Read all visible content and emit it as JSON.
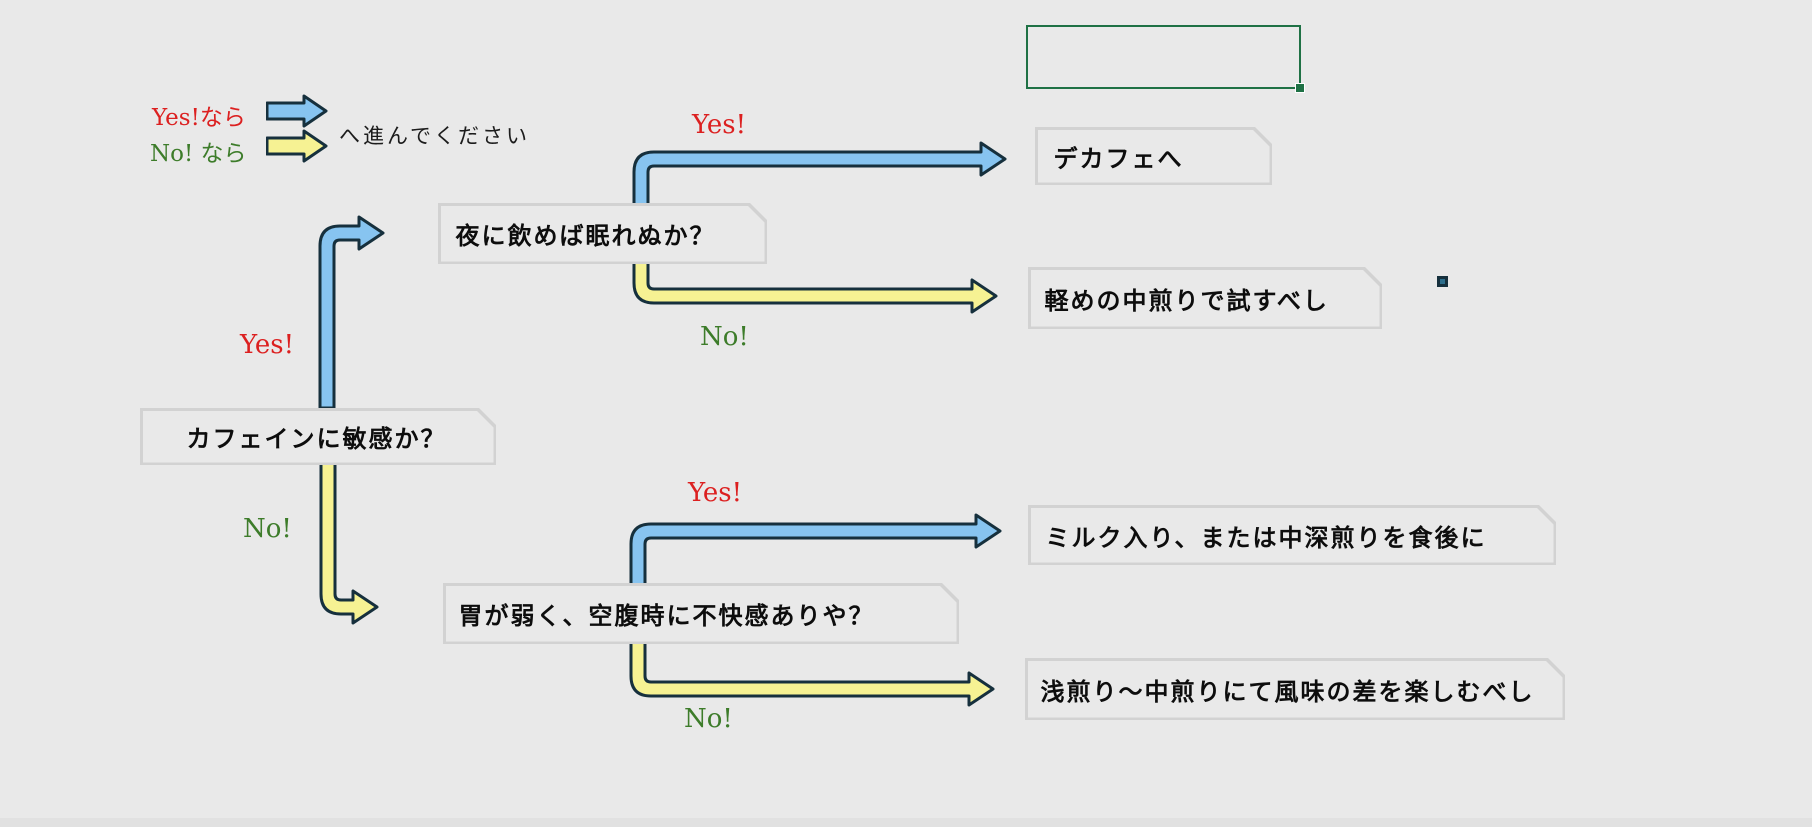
{
  "legend": {
    "yes_prefix": "Yes!なら",
    "no_prefix": "No! なら",
    "instruction": "へ進んでください"
  },
  "nodes": {
    "q1": {
      "text": "カフェインに敏感か？"
    },
    "q2": {
      "text": "夜に飲めば眠れぬか？"
    },
    "q3": {
      "text": "胃が弱く、空腹時に不快感ありや？"
    },
    "r1": {
      "text": "デカフェへ"
    },
    "r2": {
      "text": "軽めの中煎りで試すべし"
    },
    "r3": {
      "text": "ミルク入り、または中深煎りを食後に"
    },
    "r4": {
      "text": "浅煎り〜中煎りにて風味の差を楽しむべし"
    }
  },
  "branches": {
    "q1_yes": "Yes!",
    "q1_no": "No!",
    "q2_yes": "Yes!",
    "q2_no": "No!",
    "q3_yes": "Yes!",
    "q3_no": "No!"
  },
  "colors": {
    "background": "#e9e9e9",
    "box_border": "#d2d2d2",
    "arrow_blue": "#87c4f0",
    "arrow_yellow": "#f6f293",
    "arrow_outline": "#16303d",
    "yes_text": "#dc2020",
    "no_text": "#3d7c2a",
    "cell_border": "#1f7145"
  }
}
